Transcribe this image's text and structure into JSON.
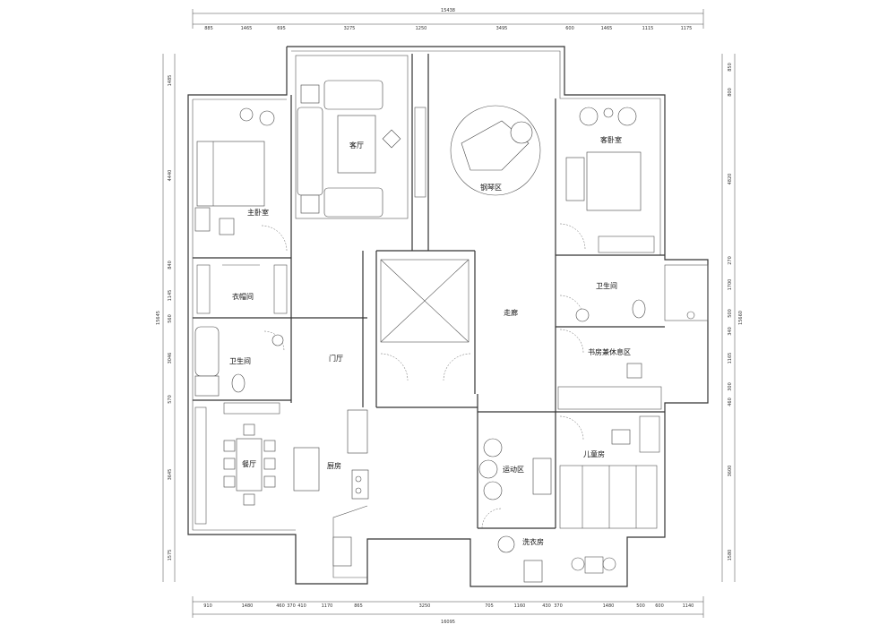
{
  "rooms": {
    "living": "客厅",
    "piano": "钢琴区",
    "guest_bedroom": "客卧室",
    "master_bedroom": "主卧室",
    "cloakroom": "衣帽间",
    "bath_left": "卫生间",
    "foyer": "门厅",
    "corridor": "走廊",
    "bath_right": "卫生间",
    "study": "书房兼休息区",
    "dining": "餐厅",
    "kitchen": "厨房",
    "exercise": "运动区",
    "kids_room": "儿童房",
    "laundry": "洗衣房"
  },
  "dimensions": {
    "top_total": "15438",
    "top": [
      "885",
      "1465",
      "695",
      "3275",
      "1250",
      "3495",
      "600",
      "1465",
      "1115",
      "1175"
    ],
    "bottom_total": "16095",
    "bottom": [
      "910",
      "1480",
      "460",
      "370",
      "410",
      "1170",
      "865",
      "3250",
      "705",
      "1160",
      "430",
      "370",
      "1480",
      "500",
      "600",
      "1140"
    ],
    "left_total": "15645",
    "left": [
      "1485",
      "4440",
      "840",
      "1145",
      "560",
      "3046",
      "570",
      "3645",
      "1575"
    ],
    "right_total": "15660",
    "right": [
      "850",
      "800",
      "4820",
      "270",
      "1700",
      "500",
      "340",
      "1165",
      "300",
      "460",
      "3600",
      "1580"
    ]
  }
}
